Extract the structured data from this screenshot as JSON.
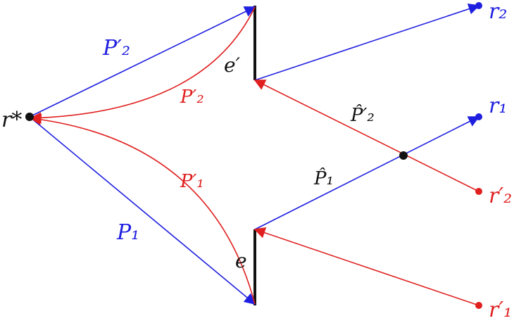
{
  "colors": {
    "blue": "#1f1fe0",
    "red": "#e01f1f",
    "black": "#111111"
  },
  "nodes": {
    "r_star": "r*",
    "r2": "r₂",
    "r1": "r₁",
    "r2_prime": "r′₂",
    "r1_prime": "r′₁"
  },
  "edges": {
    "e_prime": "e′",
    "e": "e"
  },
  "paths": {
    "p2_prime_blue": "P′₂",
    "p2_prime_red": "P′₂",
    "p1_prime_red": "P′₁",
    "p1_blue": "P₁",
    "p2_prime_hat": "P̂′₂",
    "p1_hat": "P̂₁"
  }
}
